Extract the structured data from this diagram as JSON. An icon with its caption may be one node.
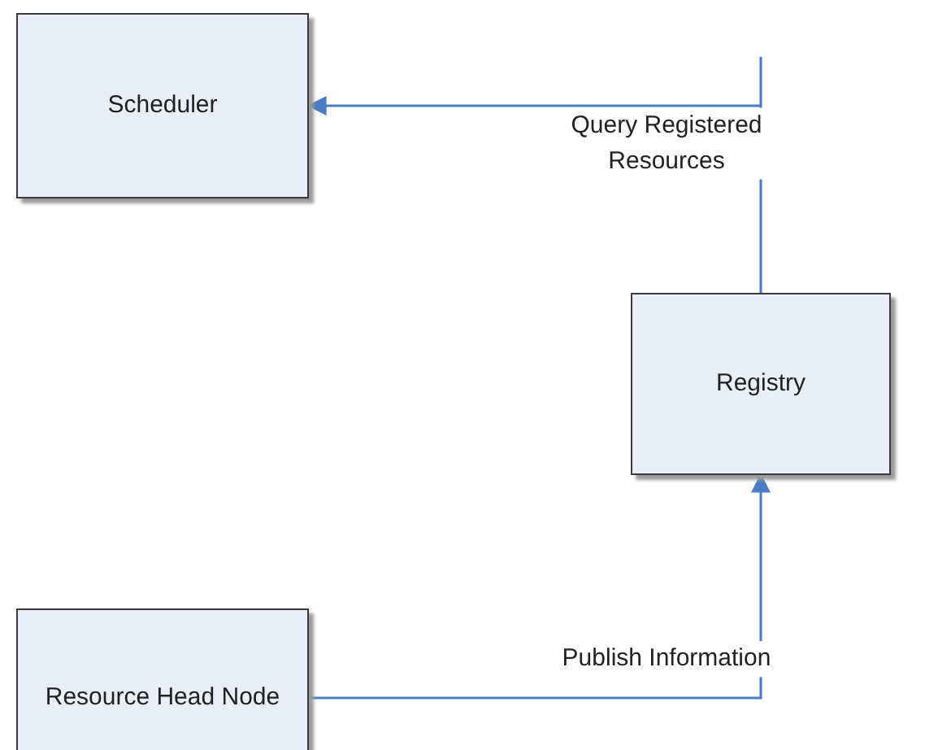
{
  "diagram": {
    "nodes": [
      {
        "text": [
          "Scheduler"
        ]
      },
      {
        "text": [
          "Registry"
        ]
      },
      {
        "text": [
          "Resource Head Node"
        ]
      }
    ],
    "edges": [
      {
        "from": 1,
        "to": 0,
        "arrow": "to",
        "label": "Query Registered Resources"
      },
      {
        "from": 2,
        "to": 1,
        "arrow": "to",
        "label": "Publish Information"
      }
    ]
  }
}
